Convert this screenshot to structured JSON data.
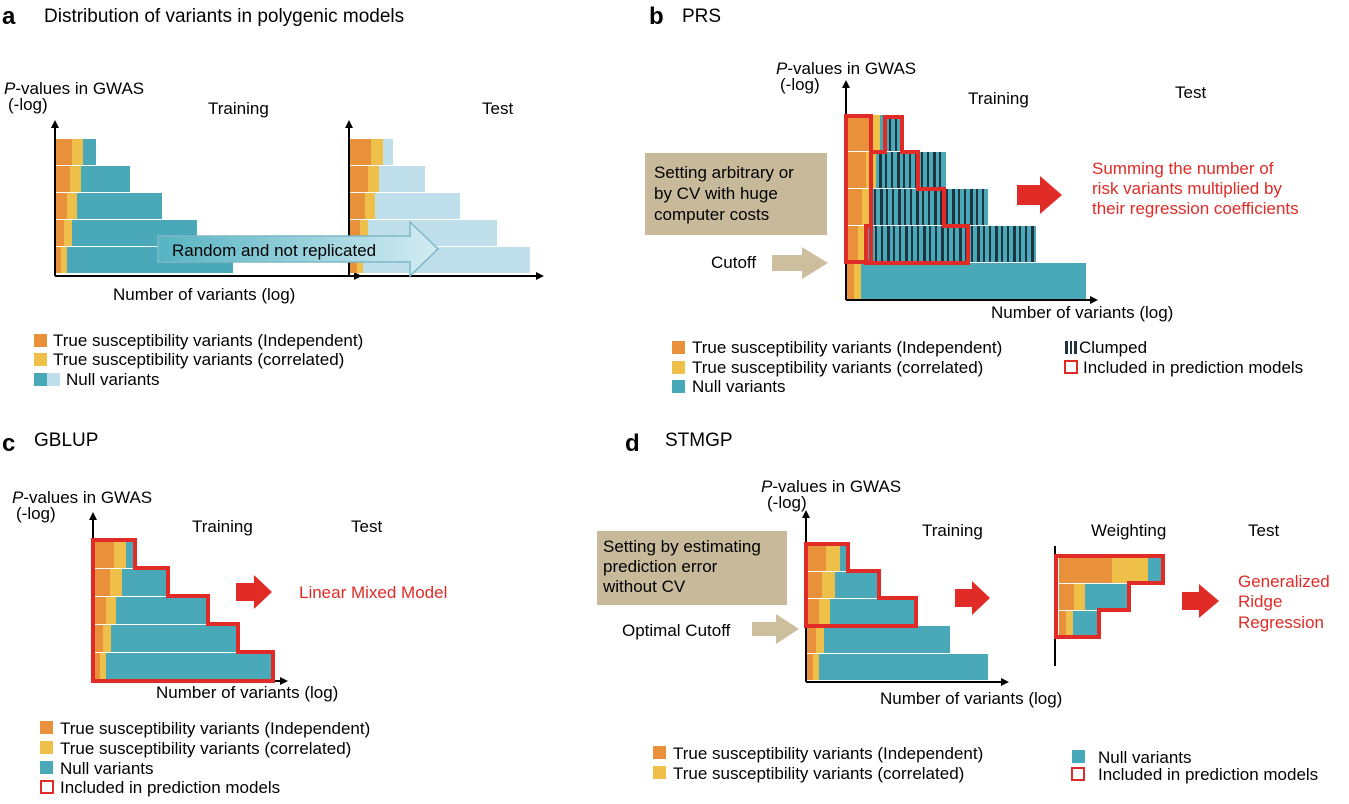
{
  "colors": {
    "independent": "#e8913a",
    "correlated": "#eec04a",
    "null": "#4aa9b8",
    "null_light": "#bfe0ea",
    "included": "#e02b26",
    "clumped": "#1f3440",
    "box": "#c7b99a",
    "arrow_tan": "#cdbf9e",
    "red_text": "#e02b26"
  },
  "panel_a": {
    "letter": "a",
    "title": "Distribution of variants in polygenic models",
    "yaxis_label_1": "P",
    "yaxis_label_2": "-values in GWAS",
    "yaxis_label_3": "(-log)",
    "training_label": "Training",
    "test_label": "Test",
    "xaxis_label": "Number of variants (log)",
    "arrow_text": "Random and not replicated",
    "legend": [
      "True susceptibility variants (Independent)",
      "True susceptibility variants (correlated)",
      "Null variants"
    ]
  },
  "panel_b": {
    "letter": "b",
    "title": "PRS",
    "yaxis_label_1": "P",
    "yaxis_label_2": "-values in GWAS",
    "yaxis_label_3": "(-log)",
    "training_label": "Training",
    "test_label": "Test",
    "box_text": [
      "Setting arbitrary or",
      "by CV with huge",
      "computer costs"
    ],
    "cutoff_label": "Cutoff",
    "result_text": [
      "Summing the number of",
      "risk variants multiplied by",
      "their regression coefficients"
    ],
    "xaxis_label": "Number of variants (log)",
    "legend_left": [
      "True susceptibility variants (Independent)",
      "True susceptibility variants (correlated)",
      "Null variants"
    ],
    "legend_right": [
      "Clumped",
      "Included in prediction models"
    ]
  },
  "panel_c": {
    "letter": "c",
    "title": "GBLUP",
    "yaxis_label_1": "P",
    "yaxis_label_2": "-values in GWAS",
    "yaxis_label_3": "(-log)",
    "training_label": "Training",
    "test_label": "Test",
    "result_text": "Linear Mixed Model",
    "xaxis_label": "Number of variants (log)",
    "legend": [
      "True susceptibility variants (Independent)",
      "True susceptibility variants (correlated)",
      "Null variants",
      "Included in prediction models"
    ]
  },
  "panel_d": {
    "letter": "d",
    "title": "STMGP",
    "yaxis_label_1": "P",
    "yaxis_label_2": "-values in GWAS",
    "yaxis_label_3": "(-log)",
    "training_label": "Training",
    "weighting_label": "Weighting",
    "test_label": "Test",
    "box_text": [
      "Setting by estimating",
      "prediction error",
      "without CV"
    ],
    "cutoff_label": "Optimal Cutoff",
    "result_text": [
      "Generalized",
      "Ridge",
      "Regression"
    ],
    "xaxis_label": "Number of variants (log)",
    "legend_left": [
      "True susceptibility variants (Independent)",
      "True susceptibility variants (correlated)"
    ],
    "legend_right": [
      "Null variants",
      "Included in prediction models"
    ]
  }
}
